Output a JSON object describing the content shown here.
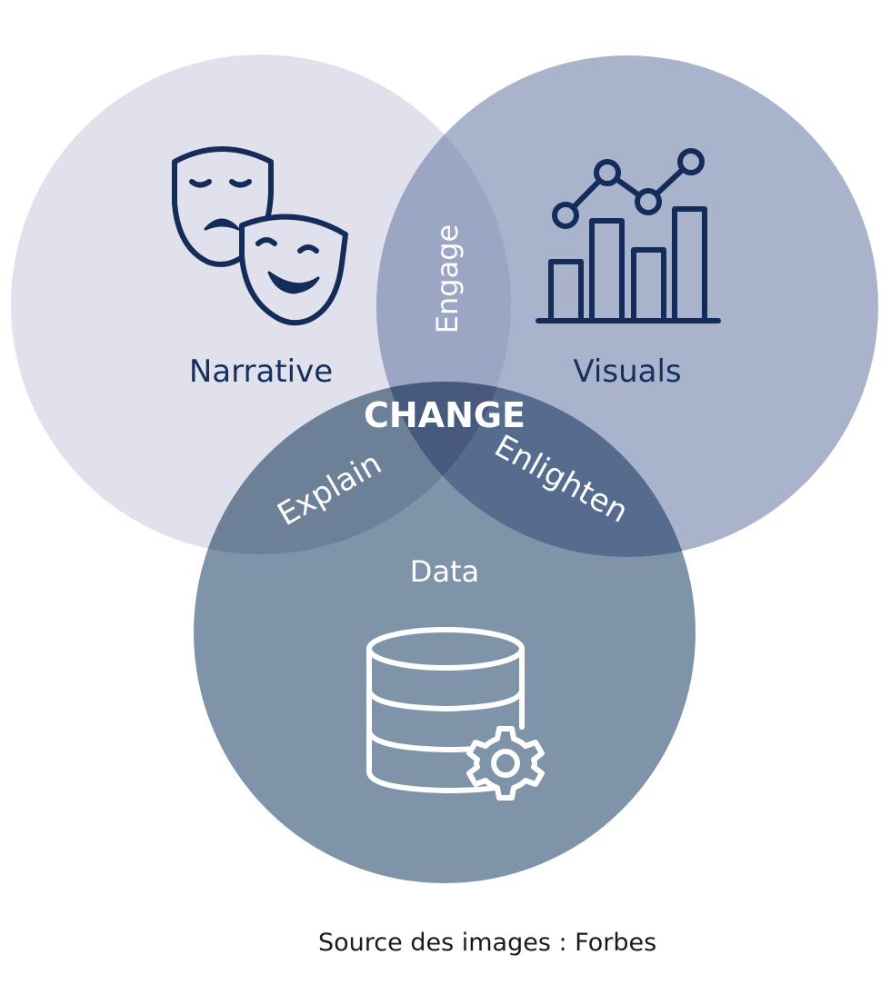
{
  "diagram": {
    "type": "venn",
    "colors": {
      "narrative": "#e1e1ee",
      "visuals": "#a9b4cc",
      "data": "#7f94a8",
      "icon_dark": "#132c59",
      "label_dark": "#13305e",
      "label_light": "#ffffff"
    },
    "circles": {
      "narrative": {
        "label": "Narrative",
        "icon": "theater-masks-icon"
      },
      "visuals": {
        "label": "Visuals",
        "icon": "bar-line-chart-icon"
      },
      "data": {
        "label": "Data",
        "icon": "database-gear-icon"
      }
    },
    "intersections": {
      "narrative_visuals": "Engage",
      "narrative_data": "Explain",
      "visuals_data": "Enlighten",
      "center": "CHANGE"
    }
  },
  "caption": "Source des images : Forbes"
}
